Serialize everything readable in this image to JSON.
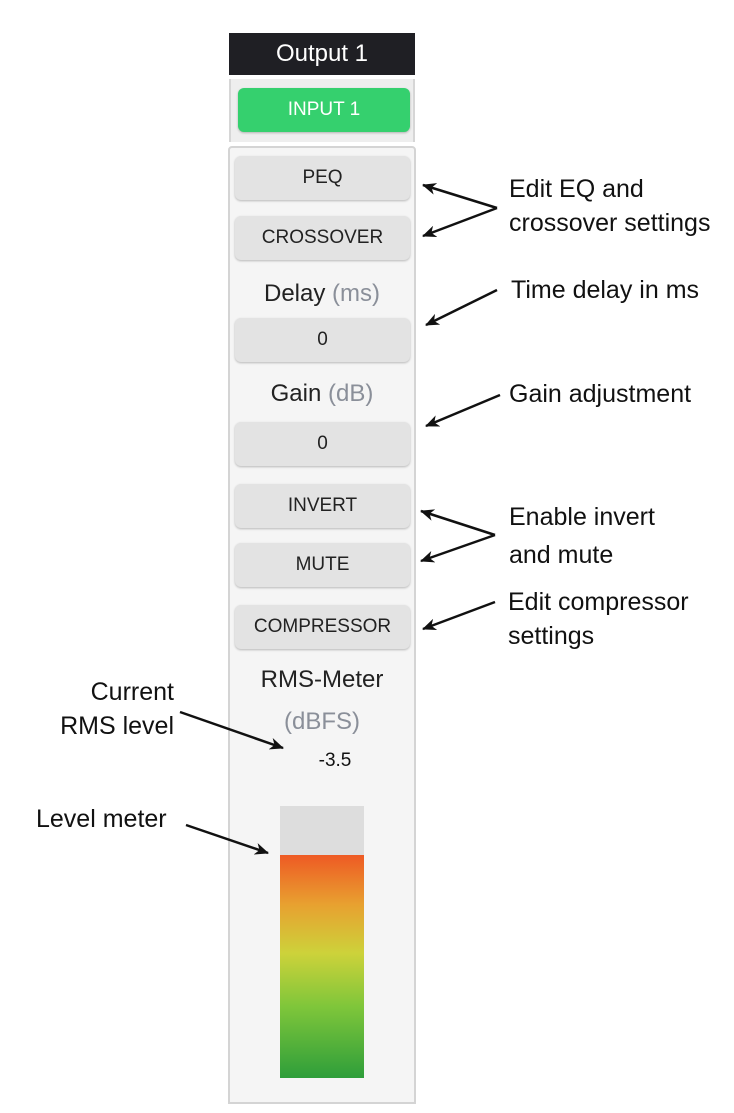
{
  "strip": {
    "title": "Output 1",
    "input_button": "INPUT 1",
    "peq_button": "PEQ",
    "crossover_button": "CROSSOVER",
    "delay_label": "Delay",
    "delay_unit": "(ms)",
    "delay_value": "0",
    "gain_label": "Gain",
    "gain_unit": "(dB)",
    "gain_value": "0",
    "invert_button": "INVERT",
    "mute_button": "MUTE",
    "compressor_button": "COMPRESSOR",
    "rms_label": "RMS-Meter",
    "rms_unit": "(dBFS)",
    "rms_value": "-3.5",
    "meter_level": 0.82,
    "colors": {
      "header_bg": "#1f1f24",
      "input_active": "#35d06e",
      "button_bg": "#e3e3e3",
      "meter_top": "#ee5a24",
      "meter_bottom": "#2e9e3a"
    }
  },
  "annotations": {
    "eq": [
      "Edit EQ and",
      "crossover settings"
    ],
    "delay": [
      "Time delay in ms"
    ],
    "gain": [
      "Gain adjustment"
    ],
    "invert_mute": [
      "Enable invert",
      "and mute"
    ],
    "compressor": [
      "Edit compressor",
      "settings"
    ],
    "rms": [
      "Current",
      "RMS level"
    ],
    "meter": [
      "Level meter"
    ]
  }
}
